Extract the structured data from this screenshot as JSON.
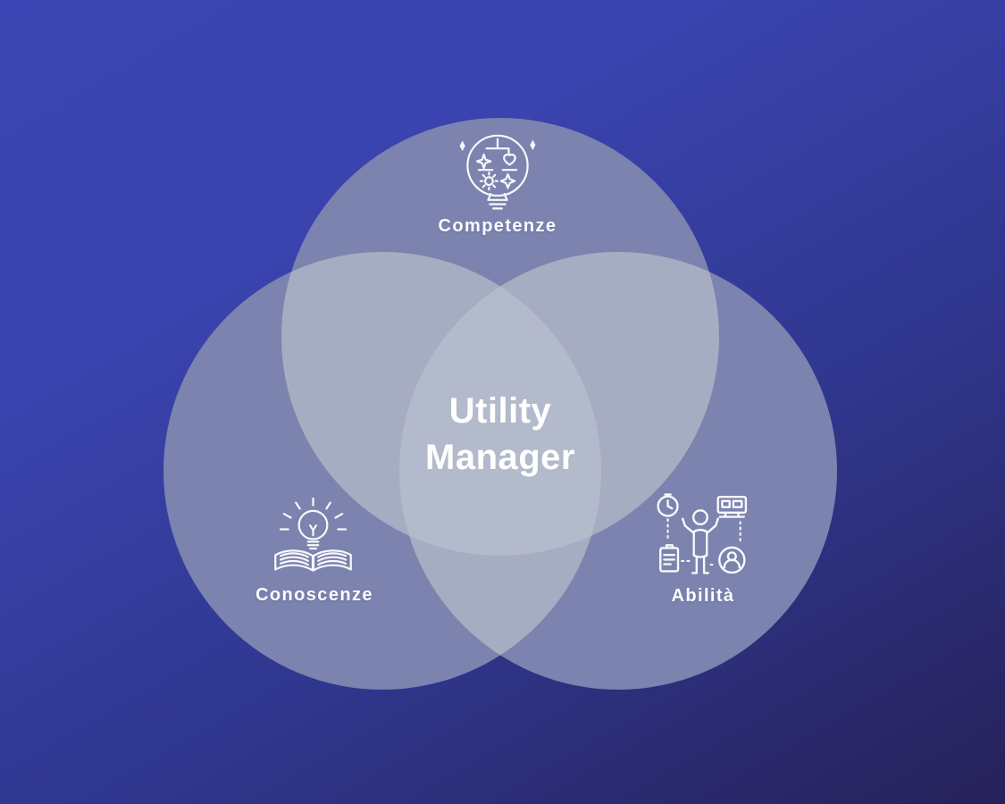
{
  "diagram": {
    "type": "venn",
    "center_label": "Utility Manager",
    "circles": [
      {
        "id": "competenze",
        "label": "Competenze",
        "icon": "lightbulb-brain-icon",
        "position": "top"
      },
      {
        "id": "conoscenze",
        "label": "Conoscenze",
        "icon": "book-lightbulb-icon",
        "position": "bottom-left"
      },
      {
        "id": "abilita",
        "label": "Abilità",
        "icon": "person-skills-icon",
        "position": "bottom-right"
      }
    ],
    "colors": {
      "background_top_left": "#3b45b2",
      "background_bottom_right": "#262159",
      "circle_single": "#7b83ae",
      "circle_double_overlap": "#a6adc2",
      "circle_triple_overlap": "#b3bacb",
      "text": "#ffffff"
    }
  }
}
